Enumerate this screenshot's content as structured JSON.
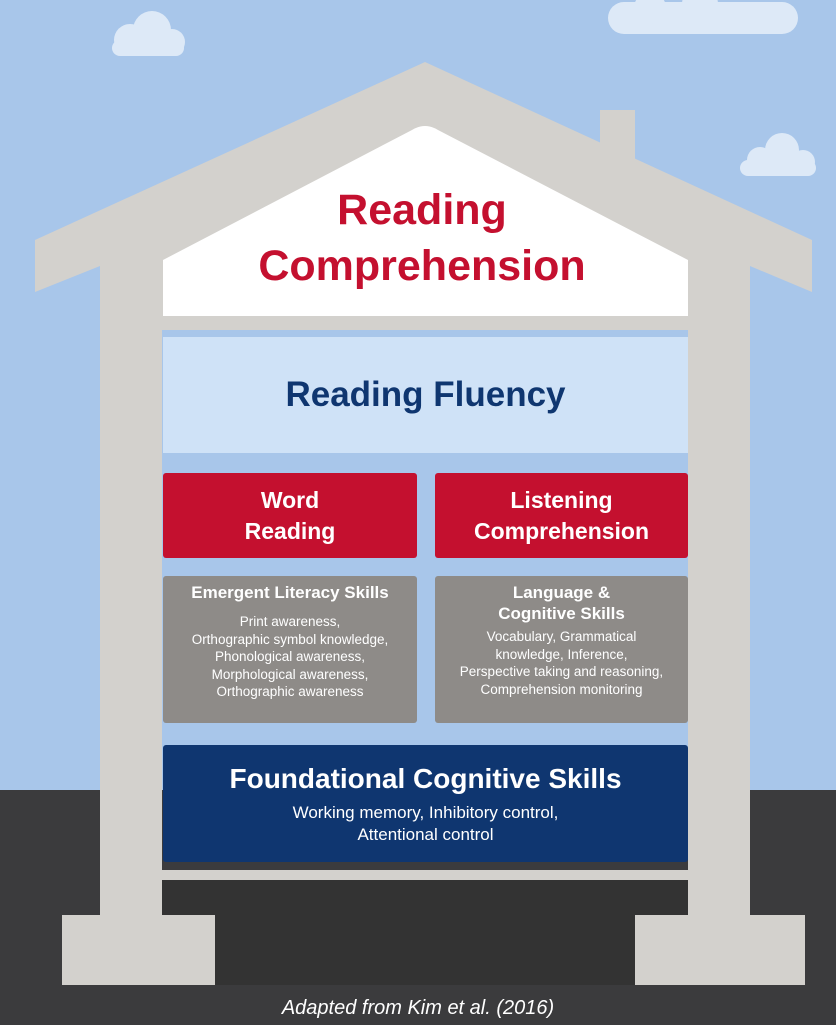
{
  "colors": {
    "sky": "#a8c6ea",
    "cloud": "#dde9f7",
    "ground": "#3b3b3d",
    "house_frame": "#d3d1cd",
    "basement": "#333333",
    "accent_red": "#c4102f",
    "navy": "#0f3670",
    "light_blue": "#cfe2f7",
    "grey_box": "#8e8b88"
  },
  "roof": {
    "title_lines": [
      "Reading",
      "Comprehension"
    ]
  },
  "fluency": {
    "label": "Reading Fluency"
  },
  "components": {
    "word_reading": {
      "lines": [
        "Word",
        "Reading"
      ]
    },
    "listening": {
      "lines": [
        "Listening",
        "Comprehension"
      ]
    }
  },
  "skills": {
    "emergent": {
      "heading": "Emergent Literacy Skills",
      "lines": [
        "Print awareness,",
        "Orthographic symbol knowledge,",
        "Phonological awareness,",
        "Morphological awareness,",
        "Orthographic awareness"
      ]
    },
    "language": {
      "heading_lines": [
        "Language &",
        "Cognitive Skills"
      ],
      "lines": [
        "Vocabulary, Grammatical",
        "knowledge, Inference,",
        "Perspective taking and reasoning,",
        "Comprehension monitoring"
      ]
    }
  },
  "foundation": {
    "title": "Foundational Cognitive Skills",
    "lines": [
      "Working memory, Inhibitory control,",
      "Attentional control"
    ]
  },
  "caption": "Adapted from Kim et al. (2016)"
}
